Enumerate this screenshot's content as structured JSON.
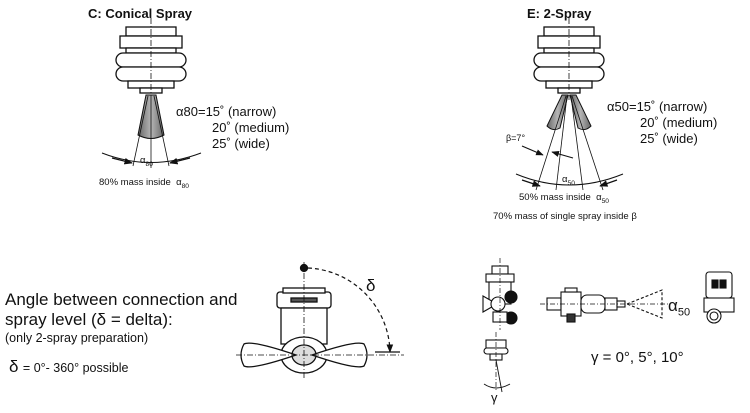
{
  "conical": {
    "title": "C: Conical Spray",
    "alpha_symbol": "α80",
    "angles": [
      "α80=15˚ (narrow)",
      "20˚ (medium)",
      "25˚ (wide)"
    ],
    "angle_label_base": "α",
    "angle_label_sub": "80",
    "note_text": "80% mass inside",
    "note_sym_base": "α",
    "note_sym_sub": "80"
  },
  "two_spray": {
    "title": "E: 2-Spray",
    "angles": [
      "α50=15˚ (narrow)",
      "20˚ (medium)",
      "25˚ (wide)"
    ],
    "beta_label": "β=7°",
    "angle_label_base": "α",
    "angle_label_sub": "50",
    "note1_text": "50% mass inside",
    "note1_sym_base": "α",
    "note1_sym_sub": "50",
    "note2": "70% mass of single spray inside β"
  },
  "connection": {
    "line1": "Angle between connection and",
    "line2": "spray level (δ = delta):",
    "line3": "(only 2-spray preparation)",
    "delta_sym": "δ",
    "delta_range": "= 0°- 360° possible",
    "arc_label": "δ"
  },
  "tilt": {
    "alpha_base": "α",
    "alpha_sub": "50",
    "gamma_label": "γ",
    "gamma_values": "γ = 0°, 5°, 10°"
  }
}
